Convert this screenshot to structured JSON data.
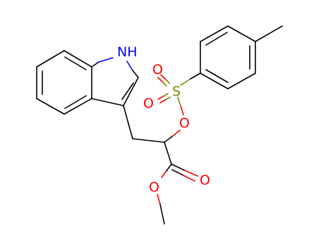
{
  "atoms": {
    "nh": "NH",
    "s": "S",
    "o_sulfonyl_1": "O",
    "o_sulfonyl_2": "O",
    "o_ester_link": "O",
    "o_carbonyl": "O",
    "o_methoxy": "O"
  },
  "colors": {
    "carbon_bond": "#000000",
    "nitrogen": "#0000ff",
    "oxygen": "#ff0000",
    "sulfur": "#808000"
  }
}
